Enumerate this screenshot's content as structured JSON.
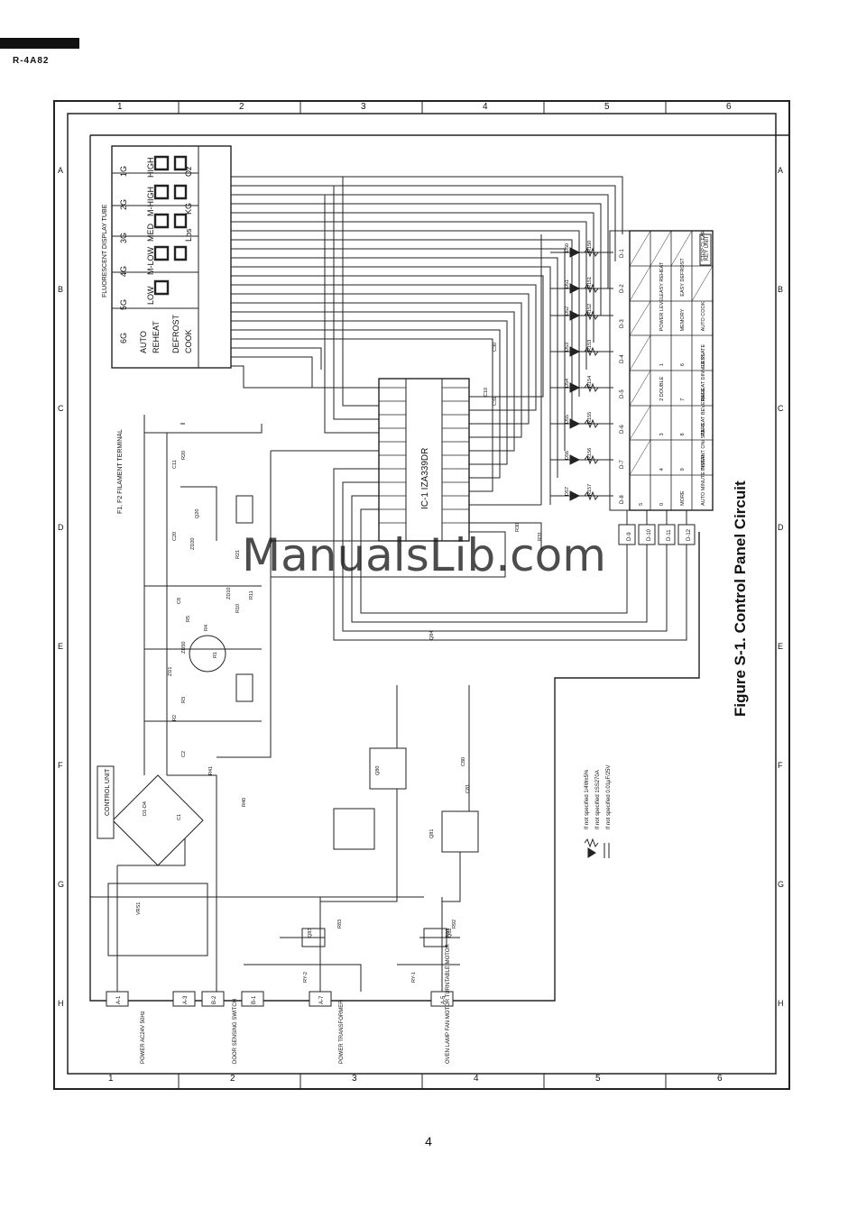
{
  "header": {
    "model": "R-4A82"
  },
  "page_number": "4",
  "figure": {
    "caption": "Figure S-1. Control Panel Circuit",
    "box_label": "CONTROL UNIT"
  },
  "grid": {
    "columns": [
      "1",
      "2",
      "3",
      "4",
      "5",
      "6"
    ],
    "rows": [
      "A",
      "B",
      "C",
      "D",
      "E",
      "F",
      "G",
      "H"
    ]
  },
  "display": {
    "title": "FLUORESCENT DISPLAY TUBE",
    "grids": [
      "1G",
      "2G",
      "3G",
      "4G",
      "5G",
      "6G"
    ],
    "segment_texts": [
      "HIGH",
      "M-HIGH",
      "MED",
      "M-LOW",
      "LOW",
      "AUTO",
      "REHEAT",
      "DEFROST",
      "COOK",
      "Oz",
      "KG",
      "Lbs"
    ],
    "filament_label": "F1, F2 FILAMENT TERMINAL"
  },
  "ic": {
    "label": "IC-1 IZA339DR"
  },
  "key_unit": {
    "label": "KEY UNIT",
    "drive_lines": [
      "D-1",
      "D-2",
      "D-3",
      "D-4",
      "D-5",
      "D-6",
      "D-7",
      "D-8"
    ],
    "return_lines": [
      "D-9",
      "D-10",
      "D-11",
      "D-12"
    ],
    "keys": [
      [
        "",
        "",
        "",
        "STOP CLEAR"
      ],
      [
        "",
        "EASY REHEAT",
        "EASY DEFROST",
        ""
      ],
      [
        "",
        "POWER LEVEL",
        "MEMORY",
        "AUTO COOK"
      ],
      [
        "",
        "1",
        "6",
        "LESS"
      ],
      [
        "",
        "2 DOUBLE",
        "7",
        "REHEAT DINNER PLATE"
      ],
      [
        "",
        "3",
        "8",
        "REHEAT BEVERAGE"
      ],
      [
        "",
        "4",
        "9",
        "INSTANT ON/ START"
      ],
      [
        "5",
        "0",
        "MORE",
        "AUTO MINUTE TIMER"
      ]
    ]
  },
  "connectors": [
    "A-1",
    "A-3",
    "B-2",
    "B-1",
    "A-7",
    "A-5"
  ],
  "connector_labels": [
    "POWER AC24V 50Hz",
    "DOOR SENSING SWITCH",
    "POWER TRANSFORMER",
    "OVEN LAMP FAN MOTOR TURNTABLE MOTOR"
  ],
  "legend": [
    "If not specified 1/4W±5%",
    "If not specified 1SS270A",
    "If not specified 0.01μF/25V"
  ],
  "component_labels": [
    "R150",
    "R151",
    "R152",
    "R153",
    "R154",
    "R155",
    "R156",
    "R157",
    "D50",
    "D51",
    "D52",
    "D53",
    "D54",
    "D55",
    "D56",
    "D57",
    "Q20",
    "Q80",
    "Q81",
    "Q82",
    "Q83",
    "Q84",
    "RY-1",
    "RY-2",
    "VRS1",
    "ZD1",
    "ZD10",
    "ZD20",
    "ZD50",
    "D1-D4",
    "C1",
    "C2",
    "C8",
    "C10",
    "C11",
    "C20",
    "C30",
    "C31",
    "C80",
    "C81",
    "R1",
    "R2",
    "R3",
    "R4",
    "R5",
    "R10",
    "R11",
    "R20",
    "R21",
    "R30",
    "R31",
    "R40",
    "R41",
    "R83",
    "R92",
    "R93"
  ],
  "watermark": "ManualsLib.com"
}
